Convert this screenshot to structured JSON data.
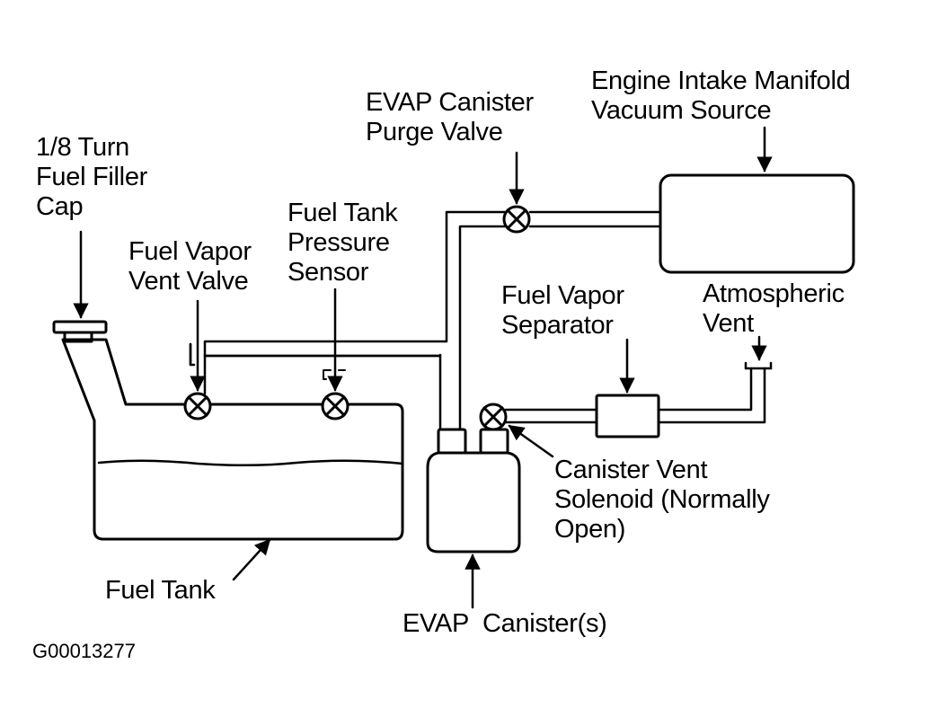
{
  "labels": {
    "filler_cap": "1/8 Turn\nFuel Filler\nCap",
    "vent_valve": "Fuel Vapor\nVent Valve",
    "pressure_sensor": "Fuel Tank\nPressure\nSensor",
    "purge_valve": "EVAP Canister\nPurge Valve",
    "vacuum_source": "Engine Intake Manifold\nVacuum Source",
    "vapor_separator": "Fuel Vapor\nSeparator",
    "atmospheric_vent": "Atmospheric\nVent",
    "canister_vent_solenoid": "Canister Vent\nSolenoid (Normally\nOpen)",
    "fuel_tank": "Fuel Tank",
    "evap_canister": "EVAP  Canister(s)",
    "figure_code": "G00013277"
  }
}
